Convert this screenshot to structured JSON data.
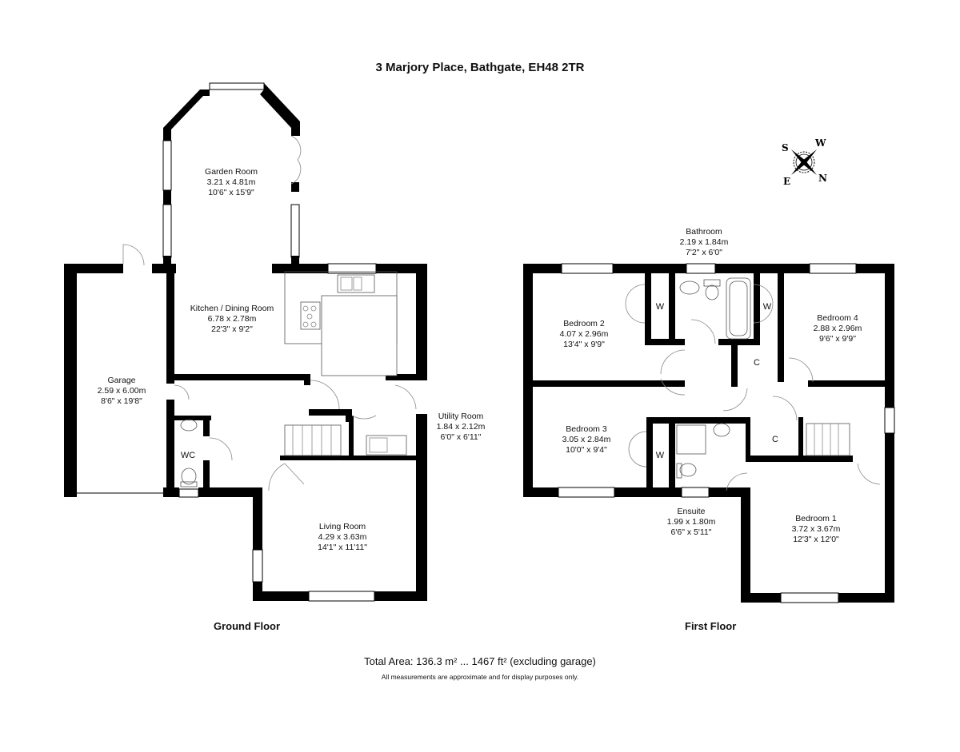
{
  "header": {
    "title": "3 Marjory Place, Bathgate, EH48 2TR"
  },
  "compass": {
    "icon": "compass-rose-icon",
    "labels": {
      "s": "S",
      "w": "W",
      "e": "E",
      "n": "N"
    }
  },
  "ground_floor": {
    "label": "Ground Floor",
    "rooms": [
      {
        "name": "Garden Room",
        "metric": "3.21 x 4.81m",
        "imperial": "10'6\" x 15'9\""
      },
      {
        "name": "Kitchen / Dining Room",
        "metric": "6.78 x 2.78m",
        "imperial": "22'3\" x 9'2\""
      },
      {
        "name": "Garage",
        "metric": "2.59 x 6.00m",
        "imperial": "8'6\" x 19'8\""
      },
      {
        "name": "Utility Room",
        "metric": "1.84 x 2.12m",
        "imperial": "6'0\" x 6'11\""
      },
      {
        "name": "Living Room",
        "metric": "4.29 x 3.63m",
        "imperial": "14'1\" x 11'11\""
      }
    ],
    "wc_label": "WC"
  },
  "first_floor": {
    "label": "First Floor",
    "rooms": [
      {
        "name": "Bathroom",
        "metric": "2.19 x 1.84m",
        "imperial": "7'2\" x 6'0\""
      },
      {
        "name": "Bedroom 2",
        "metric": "4.07 x 2.96m",
        "imperial": "13'4\" x 9'9\""
      },
      {
        "name": "Bedroom 4",
        "metric": "2.88 x 2.96m",
        "imperial": "9'6\" x 9'9\""
      },
      {
        "name": "Bedroom 3",
        "metric": "3.05 x 2.84m",
        "imperial": "10'0\" x 9'4\""
      },
      {
        "name": "Ensuite",
        "metric": "1.99 x 1.80m",
        "imperial": "6'6\" x 5'11\""
      },
      {
        "name": "Bedroom 1",
        "metric": "3.72 x 3.67m",
        "imperial": "12'3\" x 12'0\""
      }
    ],
    "closets": [
      "W",
      "W",
      "W",
      "C",
      "C"
    ]
  },
  "footer": {
    "total_area": "Total Area: 136.3 m² ... 1467 ft² (excluding garage)",
    "disclaimer": "All measurements are approximate and for display purposes only."
  },
  "colors": {
    "wall": "#000000",
    "fixture": "#555555",
    "background": "#ffffff"
  }
}
